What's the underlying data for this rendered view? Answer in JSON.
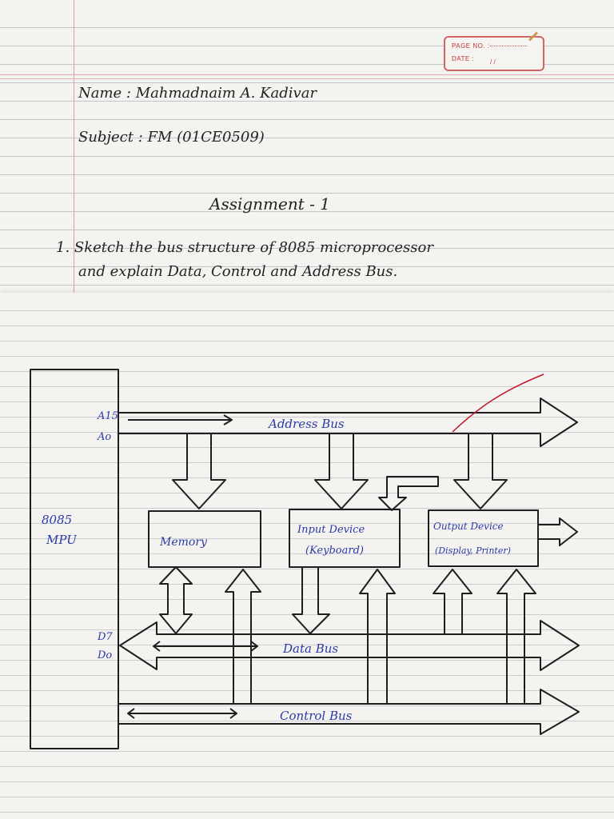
{
  "header_box": {
    "page_no_label": "PAGE NO. :",
    "date_label": "DATE :",
    "date_value": "/   /"
  },
  "name_line": "Name : Mahmadnaim A. Kadivar",
  "subject_line": "Subject : FM (01CE0509)",
  "assignment_title": "Assignment - 1",
  "question": {
    "line1": "1. Sketch the bus structure of 8085 microprocessor",
    "line2": "and explain Data, Control and Address Bus."
  },
  "diagram": {
    "mpu_label_1": "8085",
    "mpu_label_2": "MPU",
    "a15": "A15",
    "a0": "Ao",
    "d7": "D7",
    "d0": "Do",
    "address_bus": "Address Bus",
    "data_bus": "Data Bus",
    "control_bus": "Control Bus",
    "memory": "Memory",
    "input_1": "Input Device",
    "input_2": "(Keyboard)",
    "output_1": "Output Device",
    "output_2": "(Display, Printer)"
  },
  "colors": {
    "ink": "#1e1e1e",
    "blue_ink": "#2a3aa8",
    "margin": "#e59aa3",
    "red_mark": "#c0182a"
  }
}
